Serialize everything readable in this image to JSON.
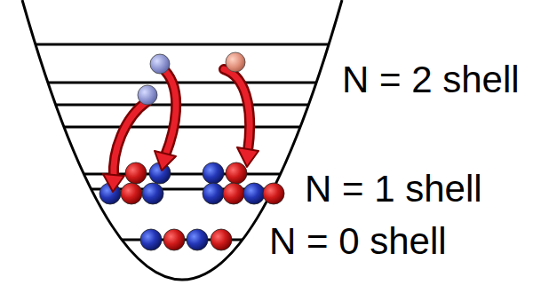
{
  "diagram": {
    "labels": [
      "N = 2 shell",
      "N = 1 shell",
      "N = 0 shell"
    ]
  }
}
